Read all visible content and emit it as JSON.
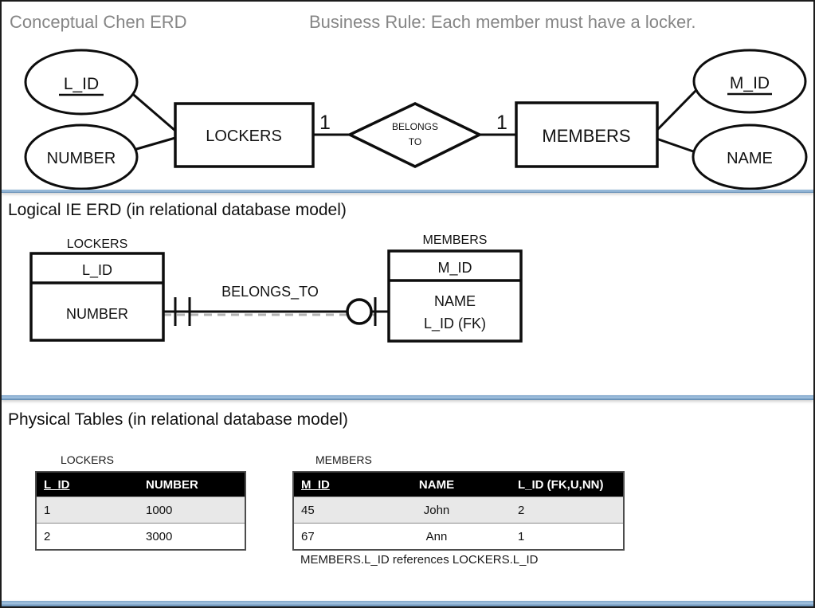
{
  "chen": {
    "title": "Conceptual Chen ERD",
    "business_rule": "Business Rule: Each member must have a locker.",
    "locker_entity": "LOCKERS",
    "member_entity": "MEMBERS",
    "attr_l_id": "L_ID",
    "attr_number": "NUMBER",
    "attr_m_id": "M_ID",
    "attr_name": "NAME",
    "relationship_line1": "BELONGS",
    "relationship_line2": "TO",
    "cardinality_left": "1",
    "cardinality_right": "1"
  },
  "logical": {
    "title": "Logical IE ERD (in relational database model)",
    "lockers": {
      "name": "LOCKERS",
      "pk": "L_ID",
      "attr": "NUMBER"
    },
    "members": {
      "name": "MEMBERS",
      "pk": "M_ID",
      "attr1": "NAME",
      "attr2": "L_ID (FK)"
    },
    "relationship_label": "BELONGS_TO"
  },
  "physical": {
    "title": "Physical Tables (in relational database model)",
    "lockers": {
      "caption": "LOCKERS",
      "headers": [
        "L_ID",
        "NUMBER"
      ],
      "rows": [
        [
          "1",
          "1000"
        ],
        [
          "2",
          "3000"
        ]
      ]
    },
    "members": {
      "caption": "MEMBERS",
      "headers": [
        "M_ID",
        "NAME",
        "L_ID (FK,U,NN)"
      ],
      "rows": [
        [
          "45",
          "John",
          "2"
        ],
        [
          "67",
          "Ann",
          "1"
        ]
      ]
    },
    "reference_note": "MEMBERS.L_ID references LOCKERS.L_ID"
  },
  "colors": {
    "divider_blue": "#6f97be",
    "title_gray": "#868686",
    "table_header_bg": "#000000",
    "row_alt": "#e8e8e8"
  }
}
